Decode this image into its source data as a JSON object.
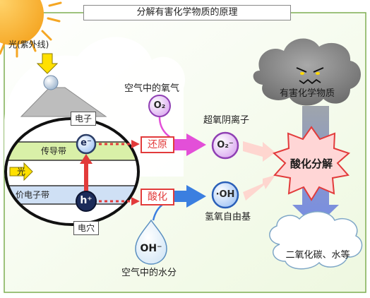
{
  "title": "分解有害化学物质的原理",
  "light_uv": "光(紫外线)",
  "light": "光",
  "electron": "电子",
  "hole": "电穴",
  "conduction_band": "传导带",
  "valence_band": "价电子带",
  "e_symbol": "e⁻",
  "h_symbol": "h⁺",
  "air_oxygen": "空气中的氧气",
  "o2": "O₂",
  "reduction": "还原",
  "oxidation": "酸化",
  "superoxide": "超氧阴离子",
  "o2_minus": "O₂⁻",
  "oh_radical_symbol": "·OH",
  "hydroxyl_radical": "氢氧自由基",
  "oh_minus": "OH⁻",
  "air_water": "空气中的水分",
  "harmful": "有害化学物质",
  "decompose": "酸化分解",
  "products": "二氧化碳、水等",
  "colors": {
    "sun": "#f5a623",
    "conduction": "#d9f0a8",
    "valence": "#cfe0f5",
    "red": "#e23b3b",
    "magenta": "#e34fd8",
    "blue": "#3b7fe0",
    "cloud": "#dfe6f0",
    "star": "#ff8c8c"
  }
}
